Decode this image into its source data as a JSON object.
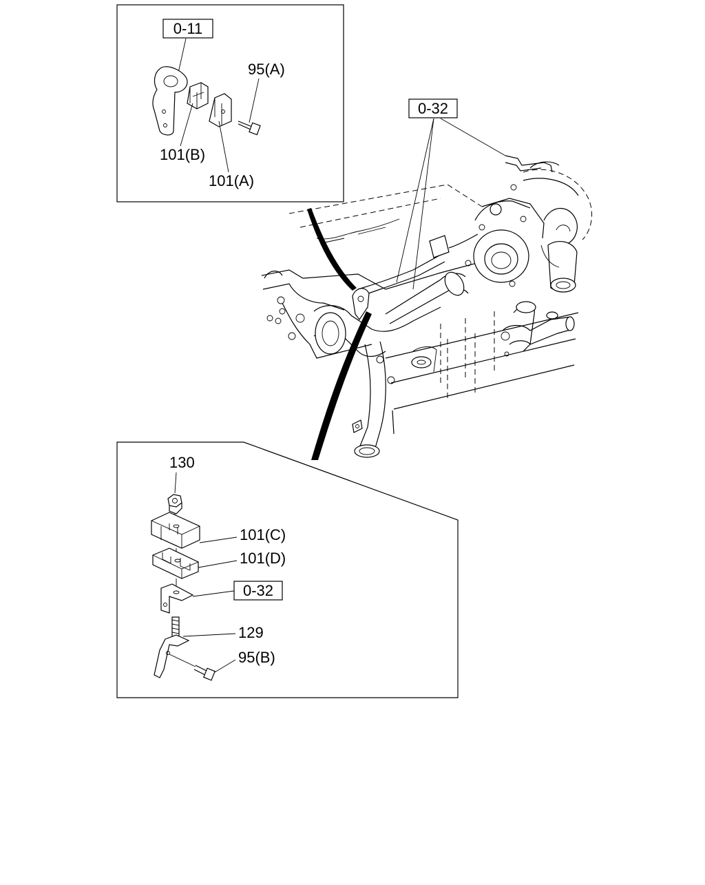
{
  "top_detail": {
    "ref_box": "0-11",
    "labels": {
      "bolt_a": "95(A)",
      "clip_b": "101(B)",
      "clip_a": "101(A)"
    }
  },
  "main_view": {
    "ref_box": "0-32"
  },
  "bottom_detail": {
    "ref_box": "0-32",
    "labels": {
      "nut": "130",
      "clip_c": "101(C)",
      "clip_d": "101(D)",
      "stud": "129",
      "bolt_b": "95(B)"
    }
  }
}
